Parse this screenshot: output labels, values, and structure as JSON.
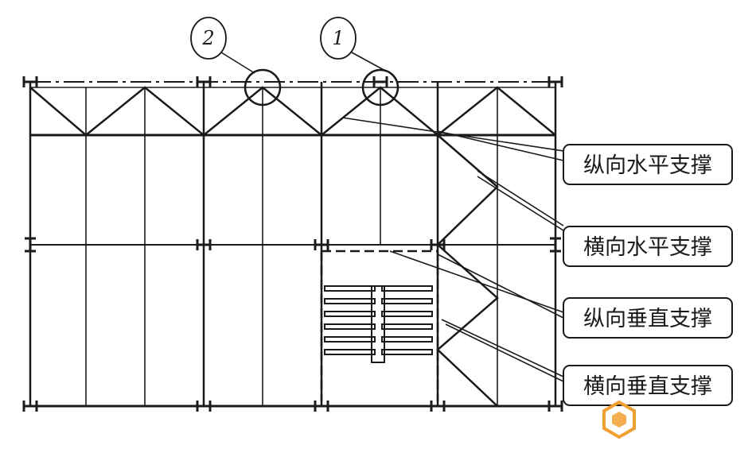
{
  "markers": [
    {
      "id": "2",
      "label": "2"
    },
    {
      "id": "1",
      "label": "1"
    }
  ],
  "callouts": [
    {
      "id": "zongxiang-shuiping",
      "label": "纵向水平支撑"
    },
    {
      "id": "hengxiang-shuiping",
      "label": "横向水平支撑"
    },
    {
      "id": "zongxiang-chuizhi",
      "label": "纵向垂直支撑"
    },
    {
      "id": "hengxiang-chuizhi",
      "label": "横向垂直支撑"
    }
  ],
  "colors": {
    "ink": "#1a1a1a",
    "logo": "#f0a030",
    "paper": "#ffffff"
  },
  "icons": {
    "watermark": "hexagon-cube-logo-icon"
  }
}
